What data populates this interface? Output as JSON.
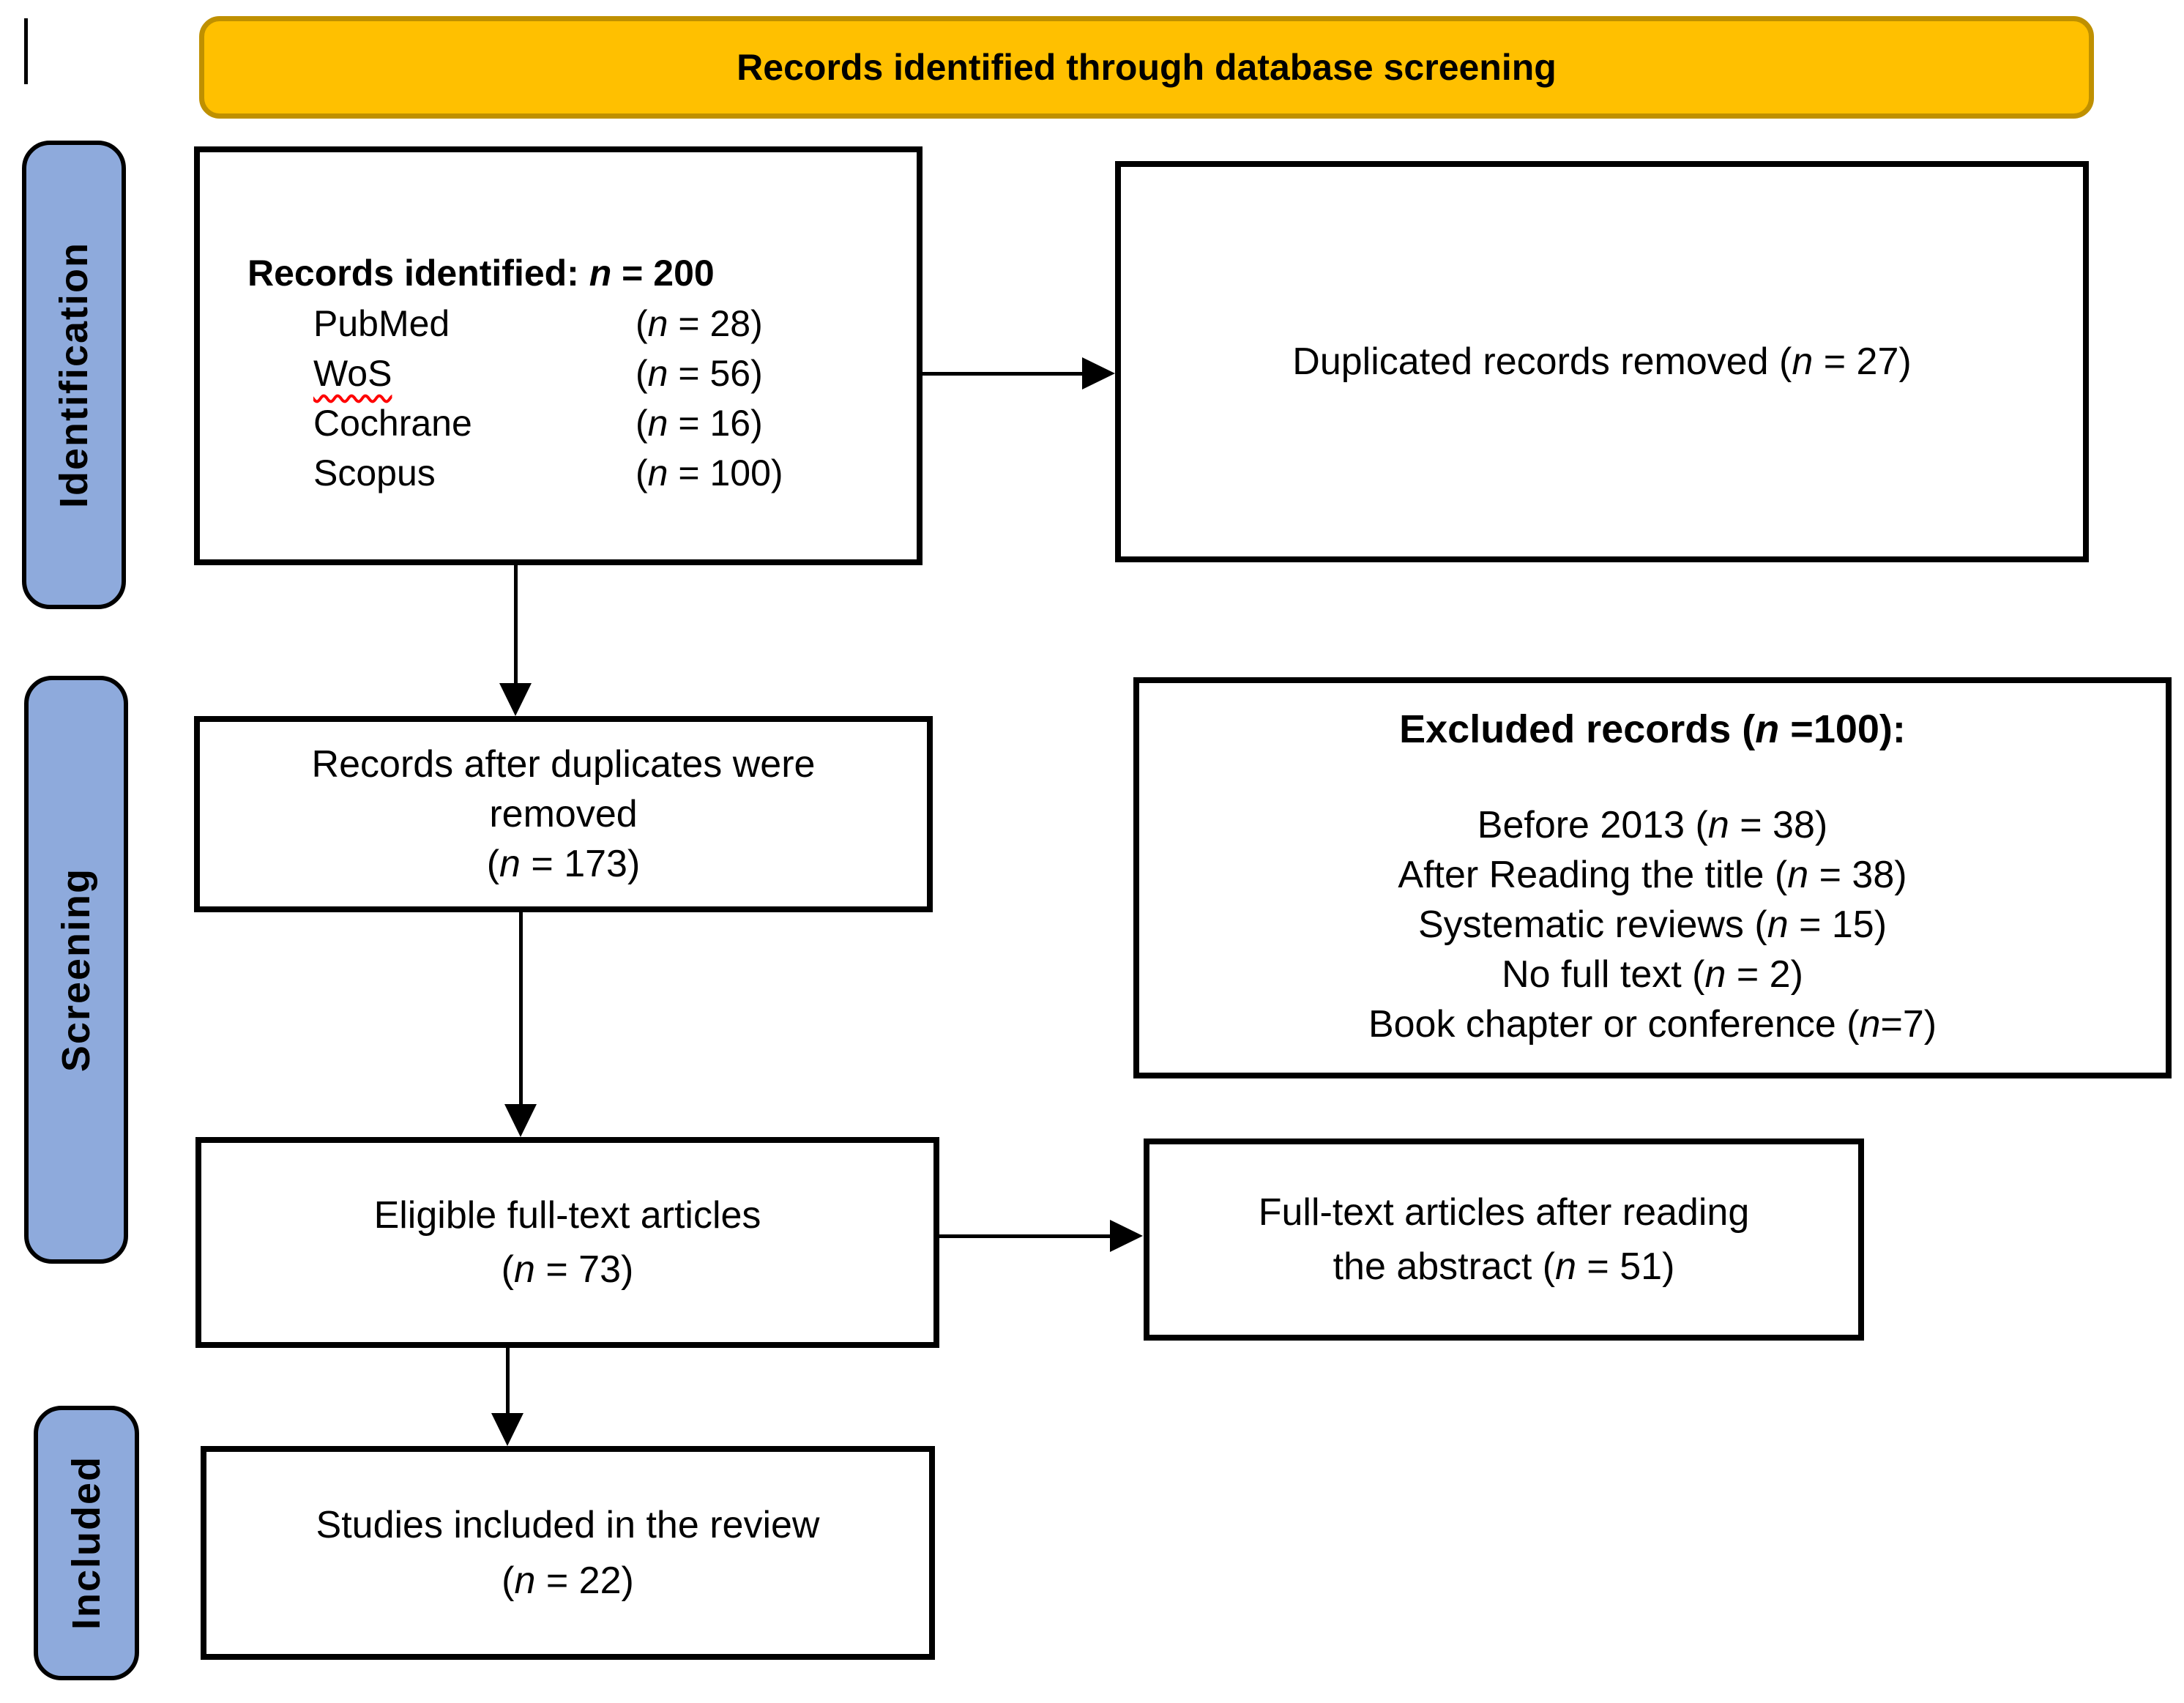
{
  "banner": {
    "label": "Records identified through database screening"
  },
  "stages": [
    {
      "label": "Identification"
    },
    {
      "label": "Screening"
    },
    {
      "label": "Included"
    }
  ],
  "boxes": {
    "identified": {
      "title": "Records identified: n = 200",
      "sources": [
        {
          "name": "PubMed",
          "count": "(n = 28)"
        },
        {
          "name": "WoS",
          "count": "(n = 56)"
        },
        {
          "name": "Cochrane",
          "count": "(n = 16)"
        },
        {
          "name": "Scopus",
          "count": "(n = 100)"
        }
      ]
    },
    "duplicates_removed": {
      "label": "Duplicated records removed (n = 27)"
    },
    "after_duplicates": {
      "lines": [
        "Records after duplicates were",
        "removed",
        "(n = 173)"
      ]
    },
    "excluded": {
      "title": "Excluded records (n =100):",
      "items": [
        "Before 2013 (n = 38)",
        "After Reading the title (n = 38)",
        "Systematic reviews (n = 15)",
        "No full text (n = 2)",
        "Book chapter or conference (n=7)"
      ]
    },
    "eligible": {
      "lines": [
        "Eligible full-text articles",
        "(n = 73)"
      ]
    },
    "fulltext_abstract": {
      "lines": [
        "Full-text articles after reading",
        "the abstract (n = 51)"
      ]
    },
    "included_studies": {
      "lines": [
        "Studies included in the review",
        "(n = 22)"
      ]
    }
  },
  "colors": {
    "banner_fill": "#FFC000",
    "banner_border": "#BF9000",
    "stage_fill": "#8EAADC",
    "stage_border": "#000000",
    "misspell_underline": "#FF0000"
  }
}
